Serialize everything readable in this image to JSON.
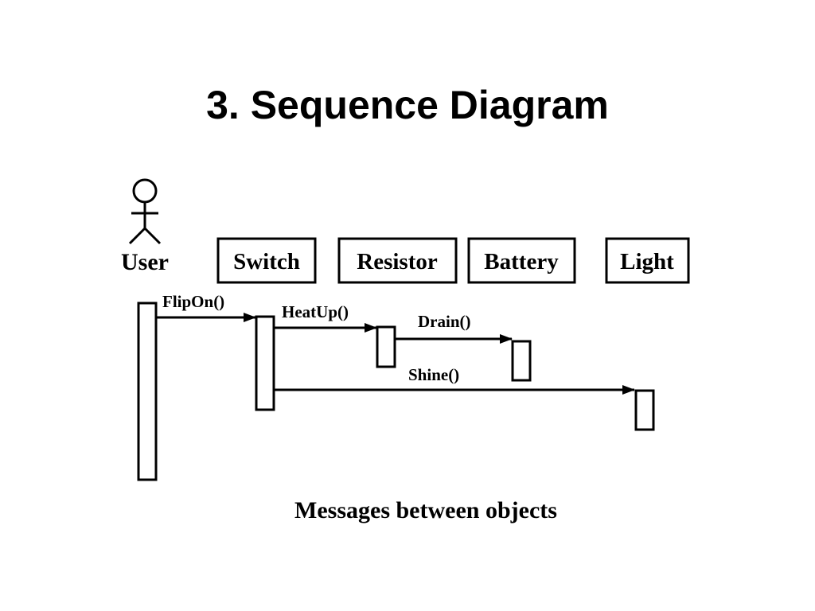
{
  "slide": {
    "title": "3. Sequence Diagram",
    "caption": "Messages between objects"
  },
  "actor": {
    "label": "User",
    "icon": "stick-figure-icon"
  },
  "objects": [
    {
      "id": "switch",
      "label": "Switch"
    },
    {
      "id": "resistor",
      "label": "Resistor"
    },
    {
      "id": "battery",
      "label": "Battery"
    },
    {
      "id": "light",
      "label": "Light"
    }
  ],
  "messages": [
    {
      "label": "FlipOn()",
      "from": "User",
      "to": "Switch"
    },
    {
      "label": "HeatUp()",
      "from": "Switch",
      "to": "Resistor"
    },
    {
      "label": "Drain()",
      "from": "Resistor",
      "to": "Battery"
    },
    {
      "label": "Shine()",
      "from": "Switch",
      "to": "Light"
    }
  ],
  "colors": {
    "stroke": "#000000",
    "background": "#ffffff"
  }
}
